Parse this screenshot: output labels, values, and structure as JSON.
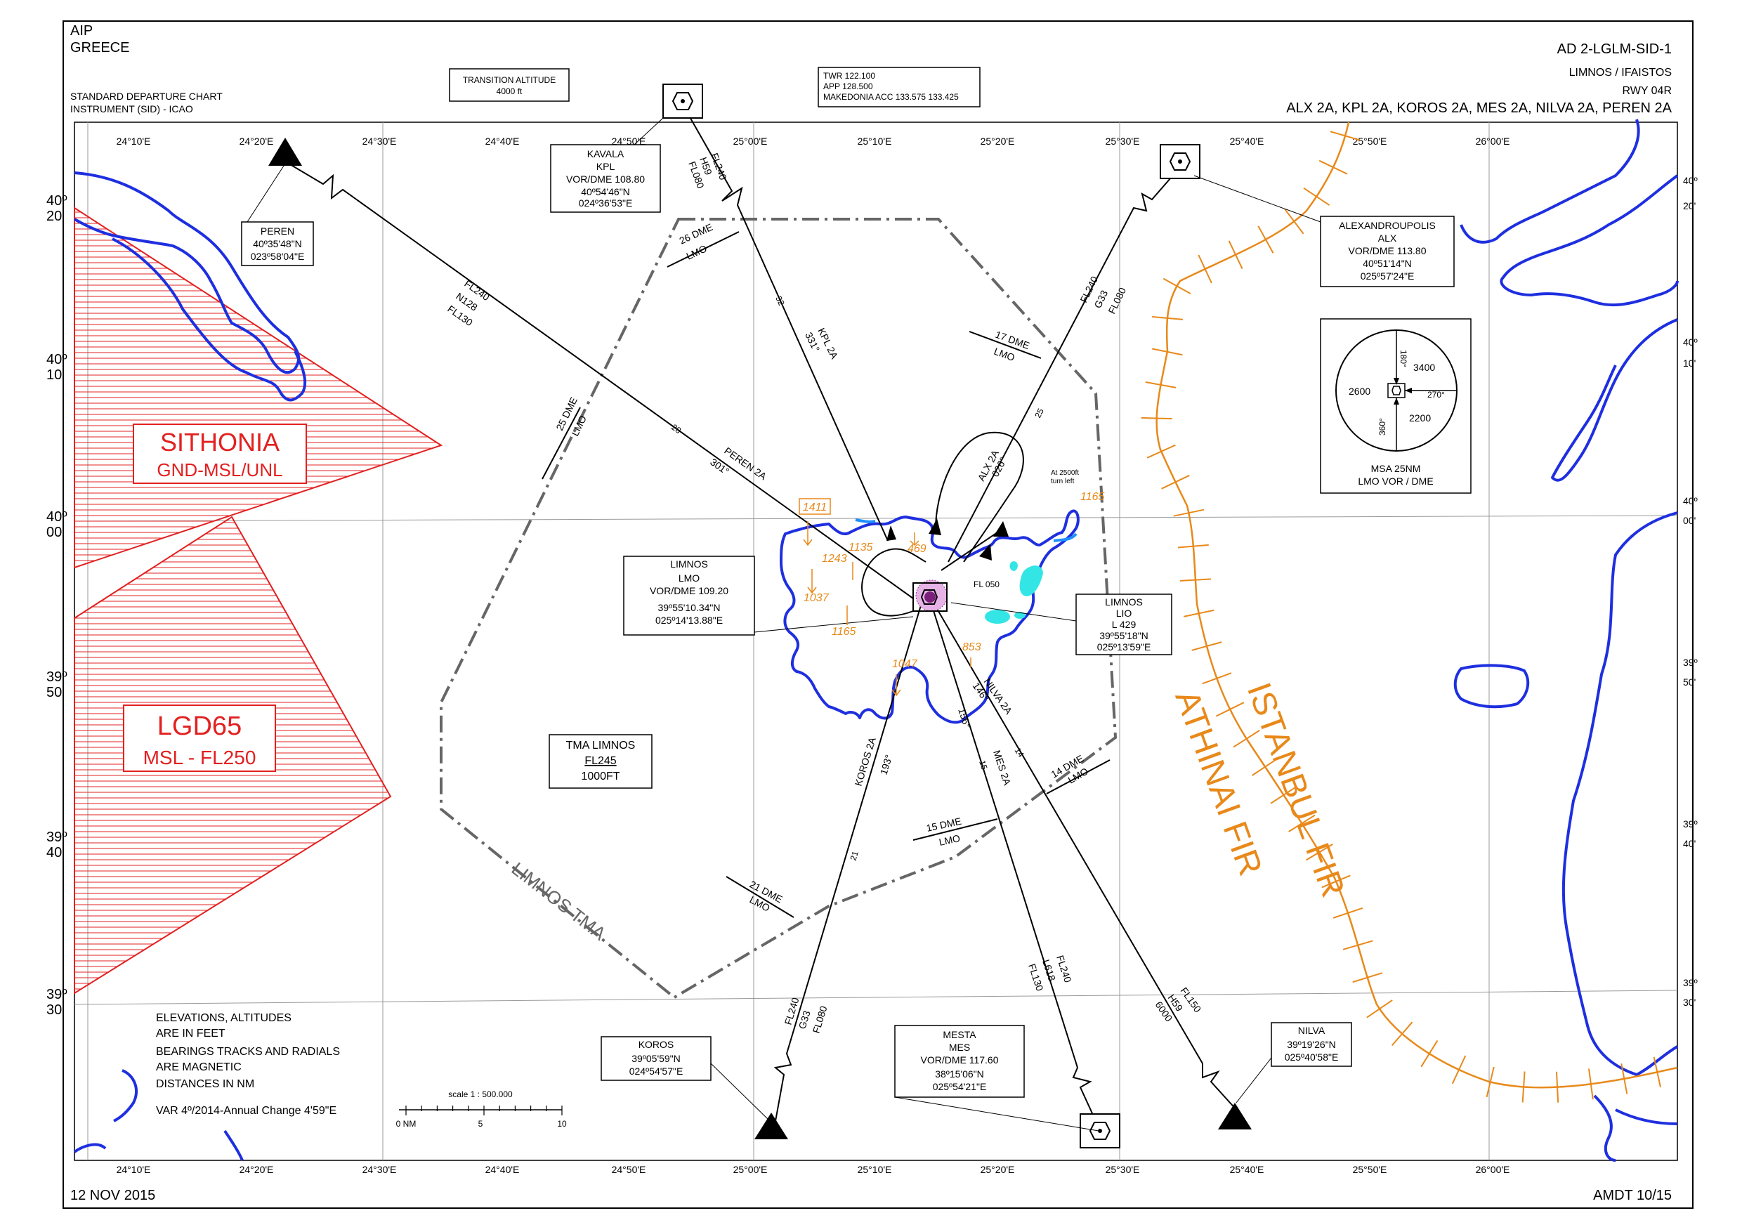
{
  "header": {
    "aip": "AIP",
    "state": "GREECE",
    "chart_type_1": "STANDARD DEPARTURE CHART",
    "chart_type_2": "INSTRUMENT (SID) - ICAO",
    "page_id": "AD 2-LGLM-SID-1",
    "aerodrome": "LIMNOS / IFAISTOS",
    "runway": "RWY 04R",
    "procedures": "ALX 2A, KPL 2A, KOROS 2A, MES 2A, NILVA 2A, PEREN 2A",
    "transition_altitude_label": "TRANSITION ALTITUDE",
    "transition_altitude_value": "4000 ft",
    "freq_twr": "TWR 122.100",
    "freq_app": "APP 128.500",
    "freq_acc": "MAKEDONIA ACC  133.575    133.425"
  },
  "footer": {
    "date": "12 NOV 2015",
    "amendment": "AMDT 10/15"
  },
  "longitudes": [
    "24°10'E",
    "24°20'E",
    "24°30'E",
    "24°40'E",
    "24°50'E",
    "25°00'E",
    "25°10'E",
    "25°20'E",
    "25°30'E",
    "25°40'E",
    "25°50'E",
    "26°00'E"
  ],
  "latitudes": [
    {
      "deg": "40º",
      "min": "20'"
    },
    {
      "deg": "40º",
      "min": "10'"
    },
    {
      "deg": "40º",
      "min": "00'"
    },
    {
      "deg": "39º",
      "min": "50'"
    },
    {
      "deg": "39º",
      "min": "40'"
    },
    {
      "deg": "39º",
      "min": "30'"
    }
  ],
  "navaids": {
    "kavala": {
      "l1": "KAVALA",
      "l2": "KPL",
      "l3": "VOR/DME 108.80",
      "l4": "40º54'46\"N",
      "l5": "024º36'53\"E"
    },
    "alexandroupolis": {
      "l1": "ALEXANDROUPOLIS",
      "l2": "ALX",
      "l3": "VOR/DME 113.80",
      "l4": "40º51'14\"N",
      "l5": "025º57'24\"E"
    },
    "limnos_lmo": {
      "l1": "LIMNOS",
      "l2": "LMO",
      "l3": "VOR/DME 109.20",
      "l4": "39º55'10.34\"N",
      "l5": "025º14'13.88\"E"
    },
    "limnos_lio": {
      "l1": "LIMNOS",
      "l2": "LIO",
      "l3": "L 429",
      "l4": "39º55'18\"N",
      "l5": "025º13'59\"E"
    },
    "mesta": {
      "l1": "MESTA",
      "l2": "MES",
      "l3": "VOR/DME 117.60",
      "l4": "38º15'06\"N",
      "l5": "025º54'21\"E"
    }
  },
  "fixes": {
    "peren": {
      "name": "PEREN",
      "lat": "40º35'48\"N",
      "lon": "023º58'04\"E"
    },
    "koros": {
      "name": "KOROS",
      "lat": "39º05'59\"N",
      "lon": "024º54'57\"E"
    },
    "nilva": {
      "name": "NILVA",
      "lat": "39º19'26\"N",
      "lon": "025º40'58\"E"
    }
  },
  "routes": {
    "peren": {
      "l1": "FL240",
      "l2": "N128",
      "l3": "FL130",
      "sid": "PEREN 2A",
      "track": "301°",
      "dme": "28"
    },
    "kpl": {
      "l1": "FL240",
      "l2": "H59",
      "l3": "FL080",
      "sid": "KPL 2A",
      "track": "331°",
      "dme": "32"
    },
    "alx": {
      "l1": "FL240",
      "l2": "G33",
      "l3": "FL080",
      "sid": "ALX 2A",
      "track": "026°",
      "dme": "25"
    },
    "koros": {
      "l1": "FL240",
      "l2": "G33",
      "l3": "FL080",
      "sid": "KOROS 2A",
      "track": "193°",
      "dme": "21"
    },
    "mes": {
      "l1": "FL240",
      "l2": "L618",
      "l3": "FL130",
      "sid": "MES 2A",
      "track": "156°",
      "dme": "15"
    },
    "nilva": {
      "l1": "FL150",
      "l2": "H59",
      "l3": "6000",
      "sid": "NILVA 2A",
      "track": "146°",
      "dme": "14"
    }
  },
  "dme_arcs": {
    "a26": {
      "d": "26 DME",
      "s": "LMO"
    },
    "a17": {
      "d": "17 DME",
      "s": "LMO"
    },
    "a25": {
      "d": "25 DME",
      "s": "LMO"
    },
    "a14": {
      "d": "14 DME",
      "s": "LMO"
    },
    "a15": {
      "d": "15 DME",
      "s": "LMO"
    },
    "a21": {
      "d": "21 DME",
      "s": "LMO"
    }
  },
  "airspace": {
    "sithonia_name": "SITHONIA",
    "sithonia_limits": "GND-MSL/UNL",
    "lgd65_name": "LGD65",
    "lgd65_limits": "MSL - FL250",
    "tma_name": "LIMNOS TMA",
    "tma_box_title": "TMA LIMNOS",
    "tma_upper": "FL245",
    "tma_lower": "1000FT",
    "istanbul": "ISTANBUL FIR",
    "athinai": "ATHINAI FIR"
  },
  "msa": {
    "north": "180°",
    "east": "270°",
    "south": "360°",
    "ne": "3400",
    "w": "2600",
    "se": "2200",
    "title": "MSA 25NM",
    "subtitle": "LMO VOR / DME"
  },
  "elevations": [
    "1411",
    "1243",
    "1135",
    "469",
    "1037",
    "1165",
    "853",
    "1047",
    "1165"
  ],
  "misc": {
    "fl050": "FL 050",
    "turn_note_1": "At 2500ft",
    "turn_note_2": "turn left"
  },
  "notes": {
    "n1": "ELEVATIONS, ALTITUDES",
    "n2": "ARE IN FEET",
    "n3": "BEARINGS TRACKS AND RADIALS",
    "n4": "ARE MAGNETIC",
    "n5": "DISTANCES IN NM",
    "n6": "VAR 4º/2014-Annual Change 4'59\"E"
  },
  "scale": {
    "label": "scale 1 : 500.000",
    "t0": "0 NM",
    "t5": "5",
    "t10": "10"
  },
  "colors": {
    "coast": "#1e2fe0",
    "fir": "#e8891a",
    "restricted": "#e32020",
    "tma": "#666666"
  }
}
